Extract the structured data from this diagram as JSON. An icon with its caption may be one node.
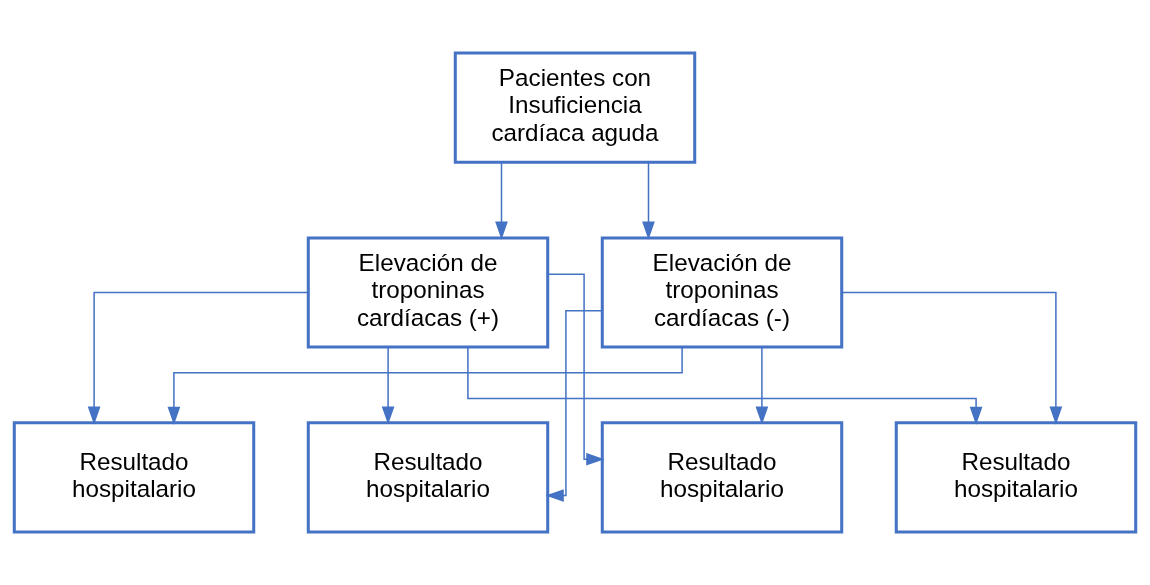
{
  "diagram": {
    "nodes": [
      {
        "text": [
          "Pacientes con Insuficiencia cardíaca aguda"
        ]
      },
      {
        "text": [
          "Elevación de troponinas cardíacas (+)"
        ]
      },
      {
        "text": [
          "Elevación de troponinas cardíacas (-)"
        ]
      },
      {
        "text": [
          "Resultado hospitalario"
        ]
      },
      {
        "text": [
          "Resultado hospitalario"
        ]
      },
      {
        "text": [
          "Resultado hospitalario"
        ]
      },
      {
        "text": [
          "Resultado hospitalario"
        ]
      }
    ],
    "edges": [
      {
        "from": 0,
        "to": 1,
        "arrow": "to"
      },
      {
        "from": 0,
        "to": 2,
        "arrow": "to"
      },
      {
        "from": 1,
        "to": 3,
        "arrow": "to"
      },
      {
        "from": 1,
        "to": 4,
        "arrow": "to"
      },
      {
        "from": 1,
        "to": 5,
        "arrow": "to"
      },
      {
        "from": 1,
        "to": 6,
        "arrow": "to"
      },
      {
        "from": 2,
        "to": 3,
        "arrow": "to"
      },
      {
        "from": 2,
        "to": 4,
        "arrow": "to"
      },
      {
        "from": 2,
        "to": 5,
        "arrow": "to"
      },
      {
        "from": 2,
        "to": 6,
        "arrow": "to"
      }
    ]
  }
}
